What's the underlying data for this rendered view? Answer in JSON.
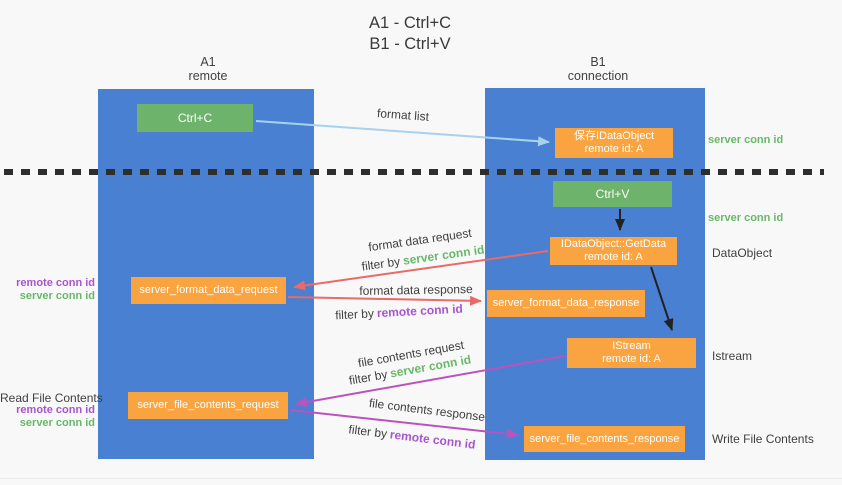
{
  "title": {
    "line1": "A1 - Ctrl+C",
    "line2": "B1 - Ctrl+V"
  },
  "columns": {
    "left": {
      "name": "A1",
      "role": "remote"
    },
    "right": {
      "name": "B1",
      "role": "connection"
    }
  },
  "boxes": {
    "ctrl_c": {
      "label": "Ctrl+C"
    },
    "ctrl_v": {
      "label": "Ctrl+V"
    },
    "save_idataobject": {
      "line1": "保存IDataObject",
      "line2": "remote id: A"
    },
    "getdata": {
      "line1": "IDataObject::GetData",
      "line2": "remote id: A"
    },
    "istream": {
      "line1": "IStream",
      "line2": "remote id: A"
    },
    "format_request": {
      "label": "server_format_data_request"
    },
    "format_response": {
      "label": "server_format_data_response"
    },
    "file_request": {
      "label": "server_file_contents_request"
    },
    "file_response": {
      "label": "server_file_contents_response"
    }
  },
  "arrow_labels": {
    "format_list": "format list",
    "format_data_request": "format data request",
    "format_data_response": "format data response",
    "file_contents_request": "file contents request",
    "file_contents_response": "file contents response",
    "filter_by": "filter by",
    "server_conn_id": "server conn id",
    "remote_conn_id": "remote conn id"
  },
  "side_labels": {
    "server_conn_id_top": "server conn id",
    "server_conn_id_mid": "server conn id",
    "dataobject": "DataObject",
    "istream": "Istream",
    "write_file_contents": "Write File Contents",
    "read_file_contents": "Read File Contents",
    "remote_conn_id_mid": "remote conn id",
    "server_conn_id_left_mid": "server conn id",
    "remote_conn_id_bottom": "remote conn id",
    "server_conn_id_left_bottom": "server conn id"
  },
  "colors": {
    "lifeline_blue": "#4a80d2",
    "box_green": "#6db36b",
    "box_orange": "#f9a440",
    "arrow_light_blue": "#a6d2ee",
    "arrow_black": "#222222",
    "arrow_red": "#e96a66",
    "arrow_magenta": "#bb52be",
    "text_green": "#67b967",
    "text_purple": "#a855cd",
    "text_dark": "#3f3f3f",
    "background": "#f8f8f9"
  }
}
